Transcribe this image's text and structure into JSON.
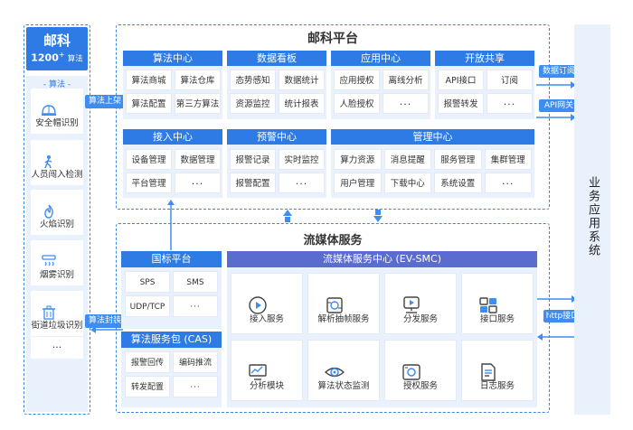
{
  "left_panel": {
    "title": "邮科",
    "count": "1200",
    "sup": "+",
    "count_suffix": "算法",
    "section_label": "- 算法 -",
    "items": [
      {
        "label": "安全帽识别",
        "icon": "helmet-icon"
      },
      {
        "label": "人员闯入检测",
        "icon": "person-walk-icon"
      },
      {
        "label": "火焰识别",
        "icon": "flame-icon"
      },
      {
        "label": "烟雾识别",
        "icon": "smoke-detector-icon"
      },
      {
        "label": "街道垃圾识别",
        "icon": "trash-bin-icon"
      },
      {
        "label": "···",
        "icon": ""
      }
    ]
  },
  "arrows": {
    "algo_upload": "算法上架",
    "algo_package": "算法封装",
    "data_push": "数据订阅推送",
    "api_gateway": "API网关调用",
    "http_api": "http接口"
  },
  "platform": {
    "title": "邮科平台",
    "modules_top": [
      {
        "title": "算法中心",
        "items": [
          "算法商城",
          "算法仓库",
          "算法配置",
          "第三方算法"
        ]
      },
      {
        "title": "数据看板",
        "items": [
          "态势感知",
          "数据统计",
          "资源监控",
          "统计报表"
        ]
      },
      {
        "title": "应用中心",
        "items": [
          "应用授权",
          "离线分析",
          "人脸授权",
          "···"
        ]
      },
      {
        "title": "开放共享",
        "items": [
          "API接口",
          "订阅",
          "报警转发",
          "···"
        ]
      }
    ],
    "modules_bottom": [
      {
        "title": "接入中心",
        "items": [
          "设备管理",
          "数据管理",
          "平台管理",
          "···"
        ]
      },
      {
        "title": "预警中心",
        "items": [
          "报警记录",
          "实时监控",
          "报警配置",
          "···"
        ]
      },
      {
        "title": "管理中心",
        "items": [
          "算力资源",
          "消息提醒",
          "服务管理",
          "集群管理",
          "用户管理",
          "下载中心",
          "系统设置",
          "···"
        ]
      }
    ]
  },
  "streaming": {
    "title": "流媒体服务",
    "gb": {
      "title": "国标平台",
      "items": [
        "SPS",
        "SMS",
        "UDP/TCP",
        "···"
      ]
    },
    "cas": {
      "title": "算法服务包 (CAS)",
      "items": [
        "报警回传",
        "编码推流",
        "转发配置",
        "···"
      ]
    },
    "evsmc": {
      "title": "流媒体服务中心 (EV-SMC)",
      "services": [
        {
          "label": "接入服务",
          "icon": "video-play-icon"
        },
        {
          "label": "解析抽帧服务",
          "icon": "frame-extract-icon"
        },
        {
          "label": "分发服务",
          "icon": "distribute-icon"
        },
        {
          "label": "接口服务",
          "icon": "api-interface-icon"
        },
        {
          "label": "分析模块",
          "icon": "analysis-monitor-icon"
        },
        {
          "label": "算法状态监测",
          "icon": "status-eye-icon"
        },
        {
          "label": "授权服务",
          "icon": "authorization-icon"
        },
        {
          "label": "日志服务",
          "icon": "log-document-icon"
        }
      ]
    }
  },
  "right_panel": {
    "label": "业务应用系统"
  }
}
